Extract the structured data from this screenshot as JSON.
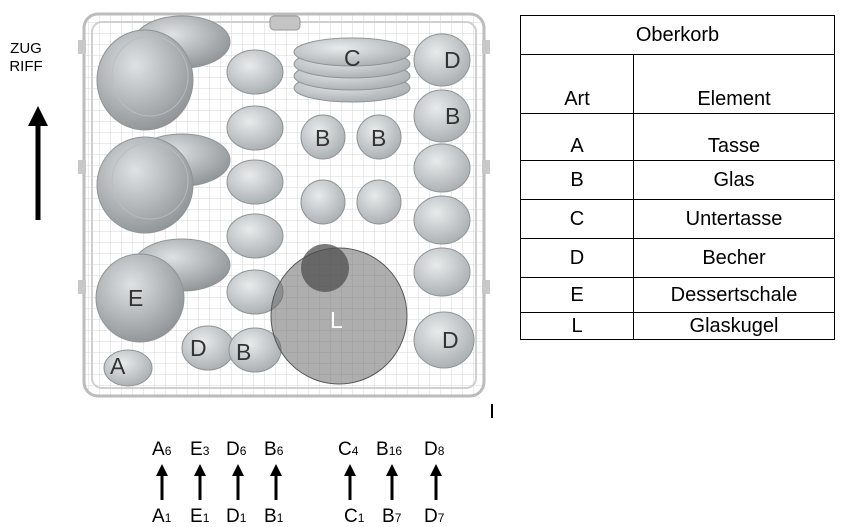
{
  "pull_label": [
    "ZUG",
    "RIFF"
  ],
  "dish_labels": {
    "C": "C",
    "D": "D",
    "B": "B",
    "E": "E",
    "A": "A",
    "L": "L"
  },
  "legend": {
    "title": "Oberkorb",
    "col_type": "Art",
    "col_element": "Element",
    "rows": [
      {
        "type": "A",
        "element": "Tasse"
      },
      {
        "type": "B",
        "element": "Glas"
      },
      {
        "type": "C",
        "element": "Untertasse"
      },
      {
        "type": "D",
        "element": "Becher"
      },
      {
        "type": "E",
        "element": "Dessertschale"
      },
      {
        "type": "L",
        "element": "Glaskugel"
      }
    ]
  },
  "loading_order": [
    {
      "top": [
        "A",
        "6"
      ],
      "bottom": [
        "A",
        "1"
      ]
    },
    {
      "top": [
        "E",
        "3"
      ],
      "bottom": [
        "E",
        "1"
      ]
    },
    {
      "top": [
        "D",
        "6"
      ],
      "bottom": [
        "D",
        "1"
      ]
    },
    {
      "top": [
        "B",
        "6"
      ],
      "bottom": [
        "B",
        "1"
      ]
    },
    {
      "top": [
        "C",
        "4"
      ],
      "bottom": [
        "C",
        "1"
      ]
    },
    {
      "top": [
        "B",
        "16"
      ],
      "bottom": [
        "B",
        "7"
      ]
    },
    {
      "top": [
        "D",
        "8"
      ],
      "bottom": [
        "D",
        "7"
      ]
    }
  ],
  "colors": {
    "basket_wire": "#c8c8c8",
    "dish_fill": "#d2d6d8",
    "dish_stroke": "#8f9497",
    "glass_ball": "#6b6b6b"
  }
}
